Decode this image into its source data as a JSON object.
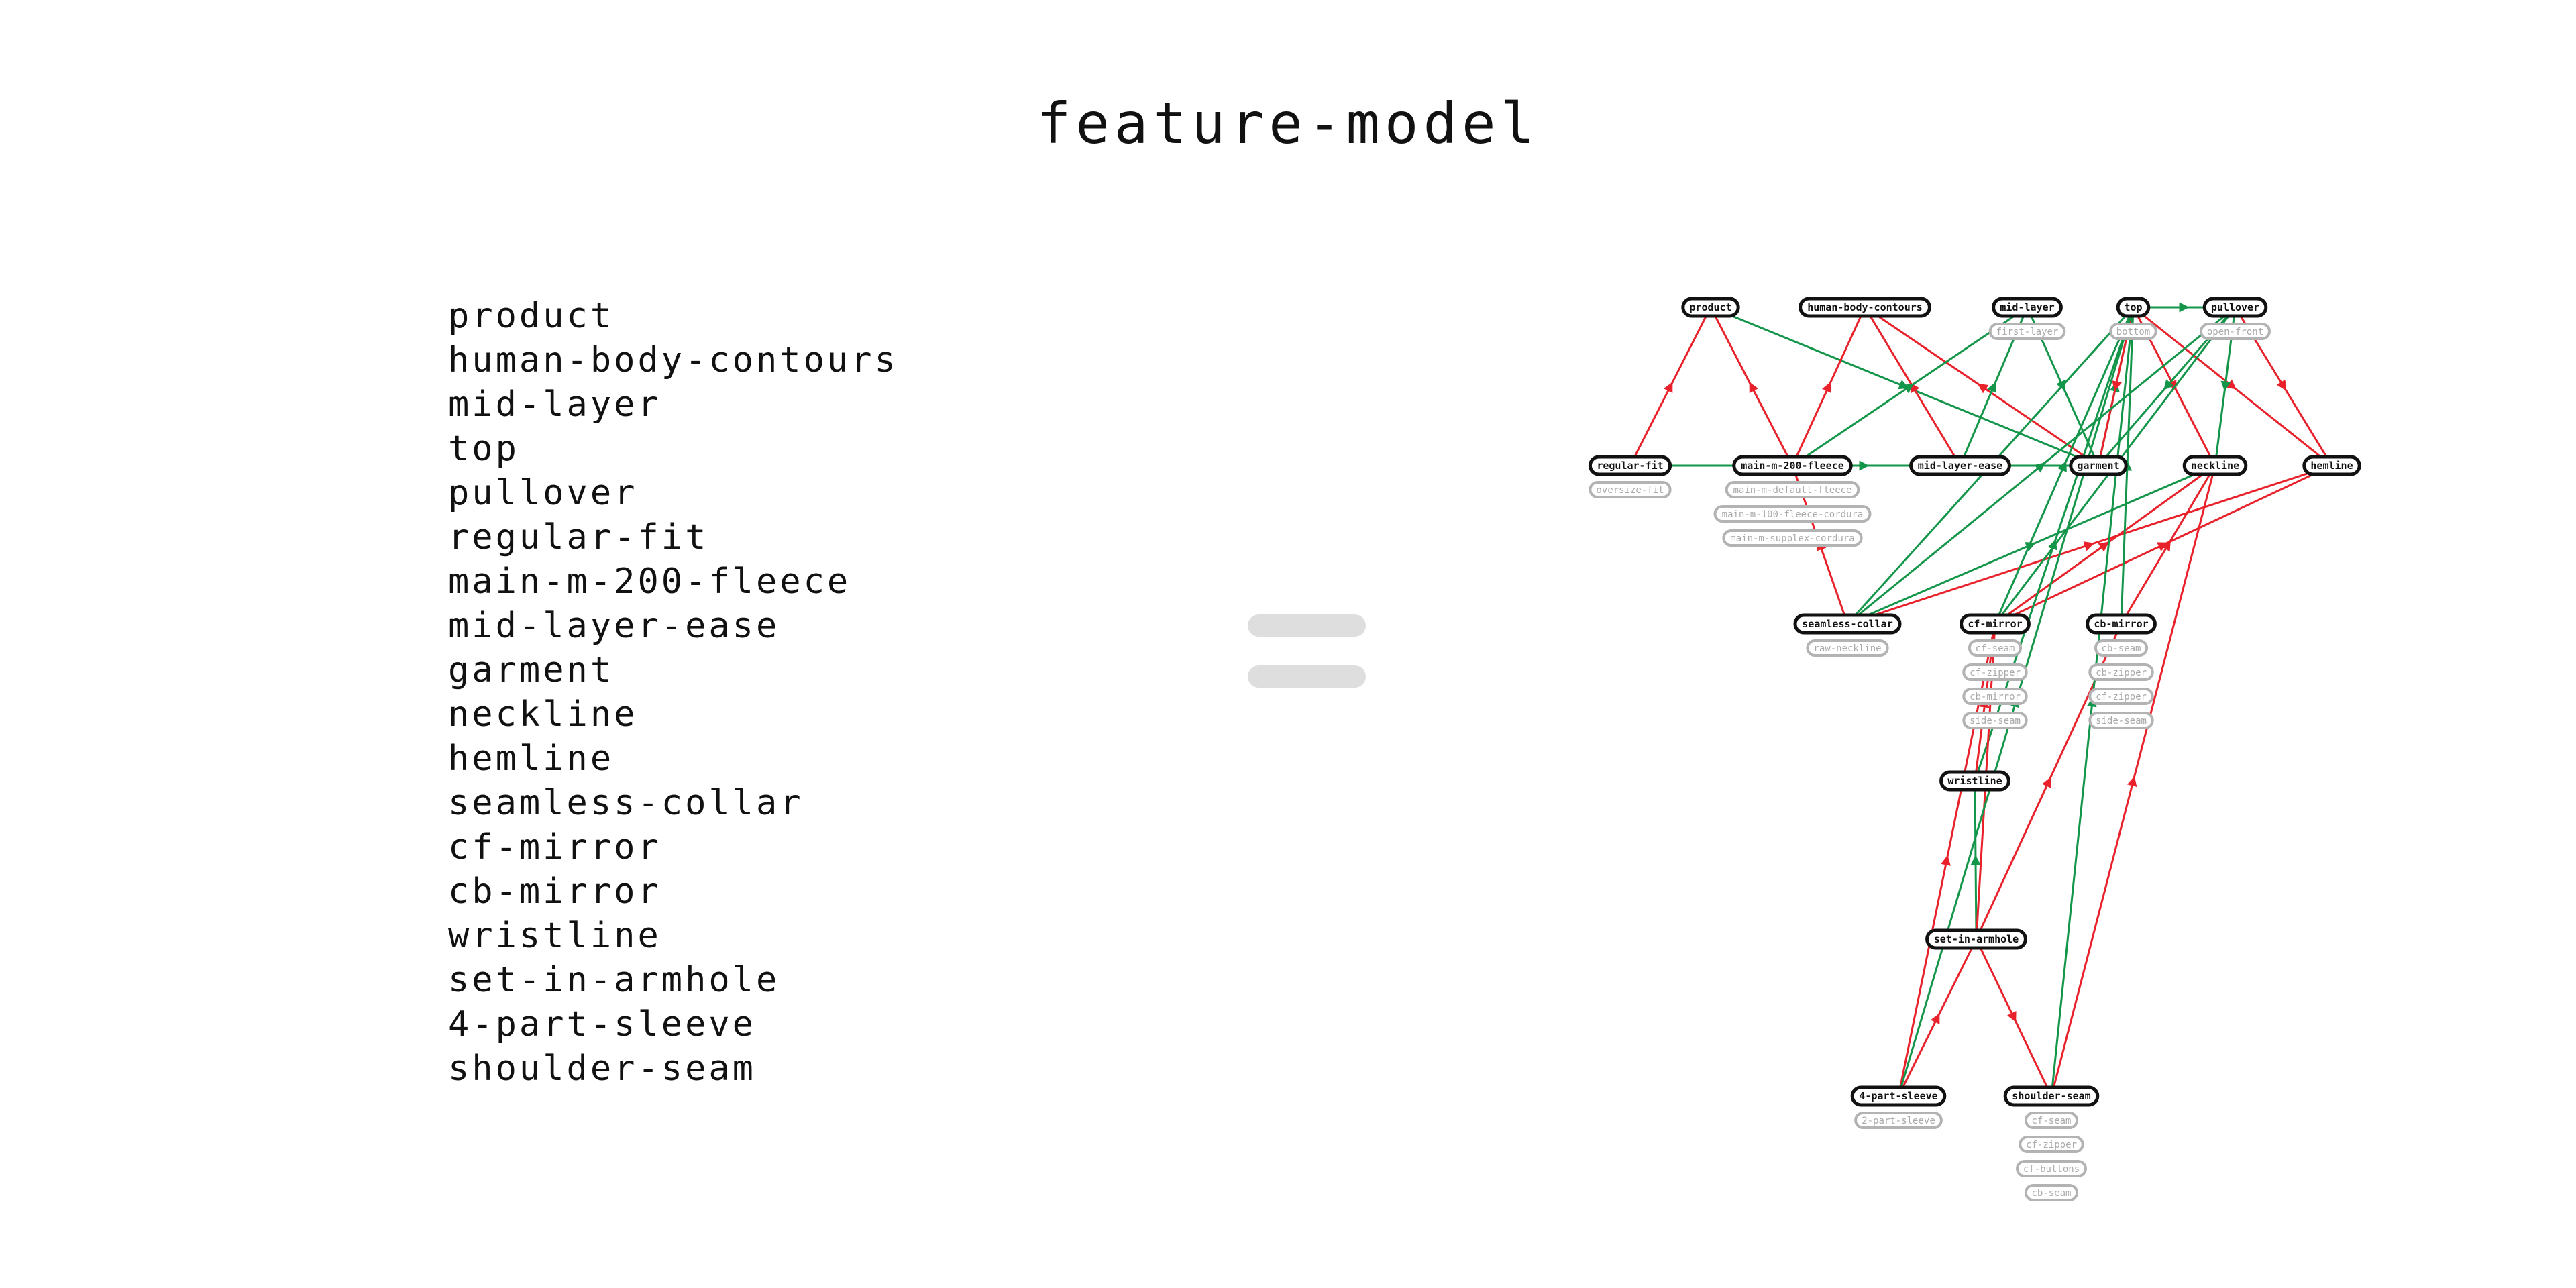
{
  "title": "feature-model",
  "features": [
    "product",
    "human-body-contours",
    "mid-layer",
    "top",
    "pullover",
    "regular-fit",
    "main-m-200-fleece",
    "mid-layer-ease",
    "garment",
    "neckline",
    "hemline",
    "seamless-collar",
    "cf-mirror",
    "cb-mirror",
    "wristline",
    "set-in-armhole",
    "4-part-sleeve",
    "shoulder-seam"
  ],
  "colors": {
    "red_edge": "#e8212b",
    "green_edge": "#14964a",
    "option_border": "#b3b3b3"
  },
  "diagram": {
    "nodes": [
      {
        "id": "product",
        "label": "product"
      },
      {
        "id": "human-body-contours",
        "label": "human-body-contours"
      },
      {
        "id": "mid-layer",
        "label": "mid-layer",
        "options": [
          "first-layer"
        ]
      },
      {
        "id": "top",
        "label": "top",
        "options": [
          "bottom"
        ]
      },
      {
        "id": "pullover",
        "label": "pullover",
        "options": [
          "open-front"
        ]
      },
      {
        "id": "regular-fit",
        "label": "regular-fit",
        "options": [
          "oversize-fit"
        ]
      },
      {
        "id": "main-m-200-fleece",
        "label": "main-m-200-fleece",
        "options": [
          "main-m-default-fleece",
          "main-m-100-fleece-cordura",
          "main-m-supplex-cordura"
        ]
      },
      {
        "id": "mid-layer-ease",
        "label": "mid-layer-ease"
      },
      {
        "id": "garment",
        "label": "garment"
      },
      {
        "id": "neckline",
        "label": "neckline"
      },
      {
        "id": "hemline",
        "label": "hemline"
      },
      {
        "id": "seamless-collar",
        "label": "seamless-collar",
        "options": [
          "raw-neckline"
        ]
      },
      {
        "id": "cf-mirror",
        "label": "cf-mirror",
        "options": [
          "cf-seam",
          "cf-zipper",
          "cb-mirror",
          "side-seam"
        ]
      },
      {
        "id": "cb-mirror",
        "label": "cb-mirror",
        "options": [
          "cb-seam",
          "cb-zipper",
          "cf-zipper",
          "side-seam"
        ]
      },
      {
        "id": "wristline",
        "label": "wristline"
      },
      {
        "id": "set-in-armhole",
        "label": "set-in-armhole"
      },
      {
        "id": "4-part-sleeve",
        "label": "4-part-sleeve",
        "options": [
          "2-part-sleeve"
        ]
      },
      {
        "id": "shoulder-seam",
        "label": "shoulder-seam",
        "options": [
          "cf-seam",
          "cf-zipper",
          "cf-buttons",
          "cb-seam"
        ]
      }
    ],
    "edges": [
      {
        "from": "regular-fit",
        "to": "product",
        "color": "red"
      },
      {
        "from": "main-m-200-fleece",
        "to": "product",
        "color": "red"
      },
      {
        "from": "product",
        "to": "garment",
        "color": "green"
      },
      {
        "from": "main-m-200-fleece",
        "to": "human-body-contours",
        "color": "red"
      },
      {
        "from": "garment",
        "to": "human-body-contours",
        "color": "red"
      },
      {
        "from": "mid-layer-ease",
        "to": "human-body-contours",
        "color": "red"
      },
      {
        "from": "main-m-200-fleece",
        "to": "mid-layer",
        "color": "green"
      },
      {
        "from": "mid-layer-ease",
        "to": "mid-layer",
        "color": "green"
      },
      {
        "from": "mid-layer",
        "to": "garment",
        "color": "green"
      },
      {
        "from": "top",
        "to": "pullover",
        "color": "green"
      },
      {
        "from": "garment",
        "to": "top",
        "color": "green"
      },
      {
        "from": "top",
        "to": "garment",
        "color": "red"
      },
      {
        "from": "top",
        "to": "neckline",
        "color": "red"
      },
      {
        "from": "top",
        "to": "hemline",
        "color": "red"
      },
      {
        "from": "pullover",
        "to": "garment",
        "color": "green"
      },
      {
        "from": "pullover",
        "to": "neckline",
        "color": "green"
      },
      {
        "from": "pullover",
        "to": "hemline",
        "color": "red"
      },
      {
        "from": "regular-fit",
        "to": "garment",
        "color": "green"
      },
      {
        "from": "seamless-collar",
        "to": "main-m-200-fleece",
        "color": "red"
      },
      {
        "from": "seamless-collar",
        "to": "top",
        "color": "green"
      },
      {
        "from": "seamless-collar",
        "to": "pullover",
        "color": "green"
      },
      {
        "from": "seamless-collar",
        "to": "neckline",
        "color": "green"
      },
      {
        "from": "seamless-collar",
        "to": "hemline",
        "color": "red"
      },
      {
        "from": "cf-mirror",
        "to": "top",
        "color": "green"
      },
      {
        "from": "cf-mirror",
        "to": "pullover",
        "color": "green"
      },
      {
        "from": "cf-mirror",
        "to": "neckline",
        "color": "red"
      },
      {
        "from": "cf-mirror",
        "to": "hemline",
        "color": "red"
      },
      {
        "from": "cb-mirror",
        "to": "top",
        "color": "green"
      },
      {
        "from": "cb-mirror",
        "to": "neckline",
        "color": "red"
      },
      {
        "from": "wristline",
        "to": "cf-mirror",
        "color": "red"
      },
      {
        "from": "wristline",
        "to": "top",
        "color": "green"
      },
      {
        "from": "set-in-armhole",
        "to": "wristline",
        "color": "green"
      },
      {
        "from": "set-in-armhole",
        "to": "cf-mirror",
        "color": "red"
      },
      {
        "from": "set-in-armhole",
        "to": "cb-mirror",
        "color": "red"
      },
      {
        "from": "set-in-armhole",
        "to": "shoulder-seam",
        "color": "red"
      },
      {
        "from": "4-part-sleeve",
        "to": "set-in-armhole",
        "color": "red"
      },
      {
        "from": "4-part-sleeve",
        "to": "cf-mirror",
        "color": "red"
      },
      {
        "from": "4-part-sleeve",
        "to": "top",
        "color": "green"
      },
      {
        "from": "shoulder-seam",
        "to": "top",
        "color": "green"
      },
      {
        "from": "shoulder-seam",
        "to": "neckline",
        "color": "red"
      }
    ]
  }
}
